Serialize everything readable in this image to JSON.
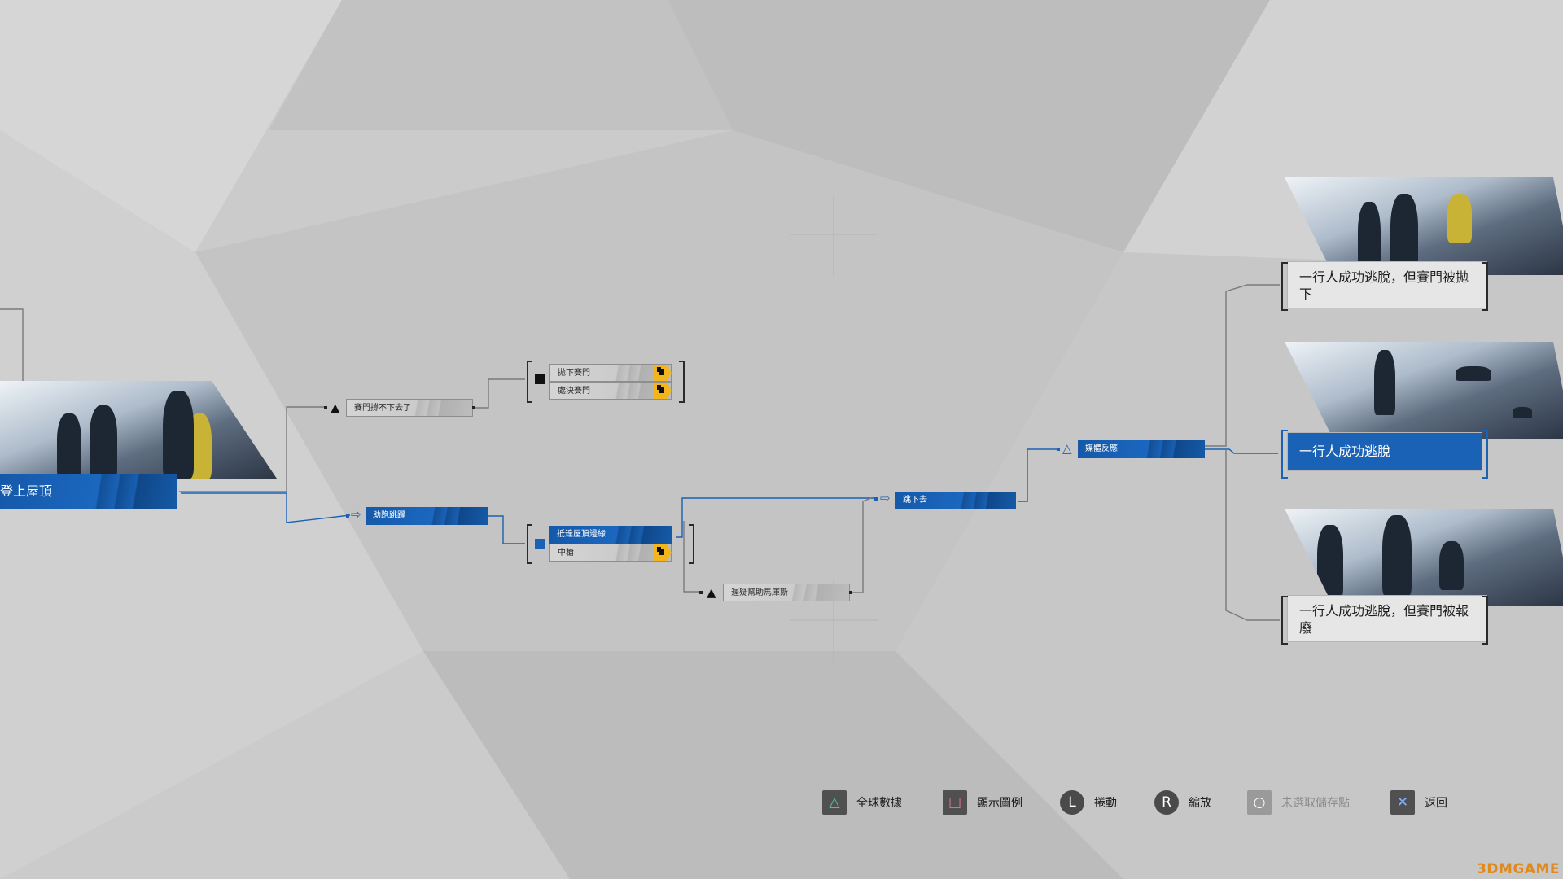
{
  "flowchart": {
    "start": {
      "label": "登上屋頂"
    },
    "nodes": {
      "cant_leave_jericho": {
        "label": "賽門撐不下去了"
      },
      "leave_simon": {
        "label": "拋下賽門"
      },
      "kill_simon": {
        "label": "處決賽門"
      },
      "run_jump": {
        "label": "助跑跳躍"
      },
      "reach_edge": {
        "label": "抵達屋頂邊緣"
      },
      "middle": {
        "label": "中槍"
      },
      "hesitate_markus": {
        "label": "遲疑幫助馬庫斯"
      },
      "jump_down": {
        "label": "跳下去"
      },
      "media_reaction": {
        "label": "媒體反應"
      }
    },
    "endings": [
      {
        "label": "一行人成功逃脫，但賽門被拋下"
      },
      {
        "label": "一行人成功逃脫"
      },
      {
        "label": "一行人成功逃脫，但賽門被報廢"
      }
    ]
  },
  "hud": [
    {
      "icon": "triangle-icon",
      "glyph": "△",
      "label": "全球數據",
      "enabled": true
    },
    {
      "icon": "square-icon",
      "glyph": "□",
      "label": "顯示圖例",
      "enabled": true
    },
    {
      "icon": "left-stick-icon",
      "glyph": "L",
      "label": "捲動",
      "enabled": true
    },
    {
      "icon": "right-stick-icon",
      "glyph": "R",
      "label": "縮放",
      "enabled": true
    },
    {
      "icon": "circle-icon",
      "glyph": "○",
      "label": "未選取儲存點",
      "enabled": false
    },
    {
      "icon": "cross-icon",
      "glyph": "✕",
      "label": "返回",
      "enabled": true
    }
  ],
  "watermark": "3DMGAME",
  "colors": {
    "accent": "#1a62b6",
    "lock": "#f2b61c",
    "background": "#c8c8c8"
  }
}
